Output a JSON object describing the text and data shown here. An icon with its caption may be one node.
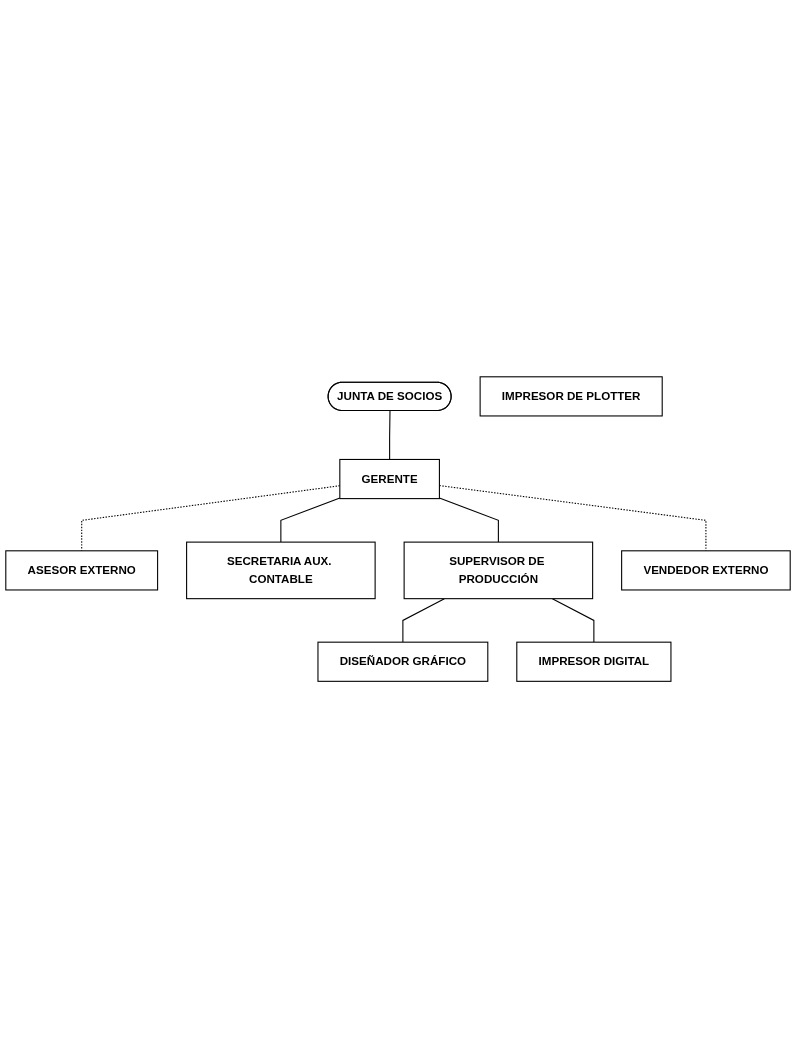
{
  "diagram": {
    "nodes": [
      {
        "text": [
          "JUNTA DE SOCIOS"
        ]
      },
      {
        "text": [
          "GERENTE"
        ]
      },
      {
        "text": [
          "ASESOR EXTERNO"
        ]
      },
      {
        "text": [
          "SECRETARIA AUX. CONTABLE"
        ]
      },
      {
        "text": [
          "SUPERVISOR DE PRODUCCIÓN"
        ]
      },
      {
        "text": [
          "VENDEDOR EXTERNO"
        ]
      },
      {
        "text": [
          "DISEÑADOR GRÁFICO"
        ]
      },
      {
        "text": [
          "IMPRESOR DIGITAL"
        ]
      },
      {
        "text": [
          "IMPRESOR DE PLOTTER"
        ]
      }
    ],
    "edges": [
      {
        "from": 0,
        "to": 1,
        "arrow": "none"
      },
      {
        "from": 1,
        "to": 2,
        "arrow": "none",
        "style": "dashed"
      },
      {
        "from": 1,
        "to": 3,
        "arrow": "none"
      },
      {
        "from": 1,
        "to": 4,
        "arrow": "none"
      },
      {
        "from": 1,
        "to": 5,
        "arrow": "none",
        "style": "dashed"
      },
      {
        "from": 4,
        "to": 6,
        "arrow": "none"
      },
      {
        "from": 4,
        "to": 7,
        "arrow": "none"
      }
    ]
  }
}
